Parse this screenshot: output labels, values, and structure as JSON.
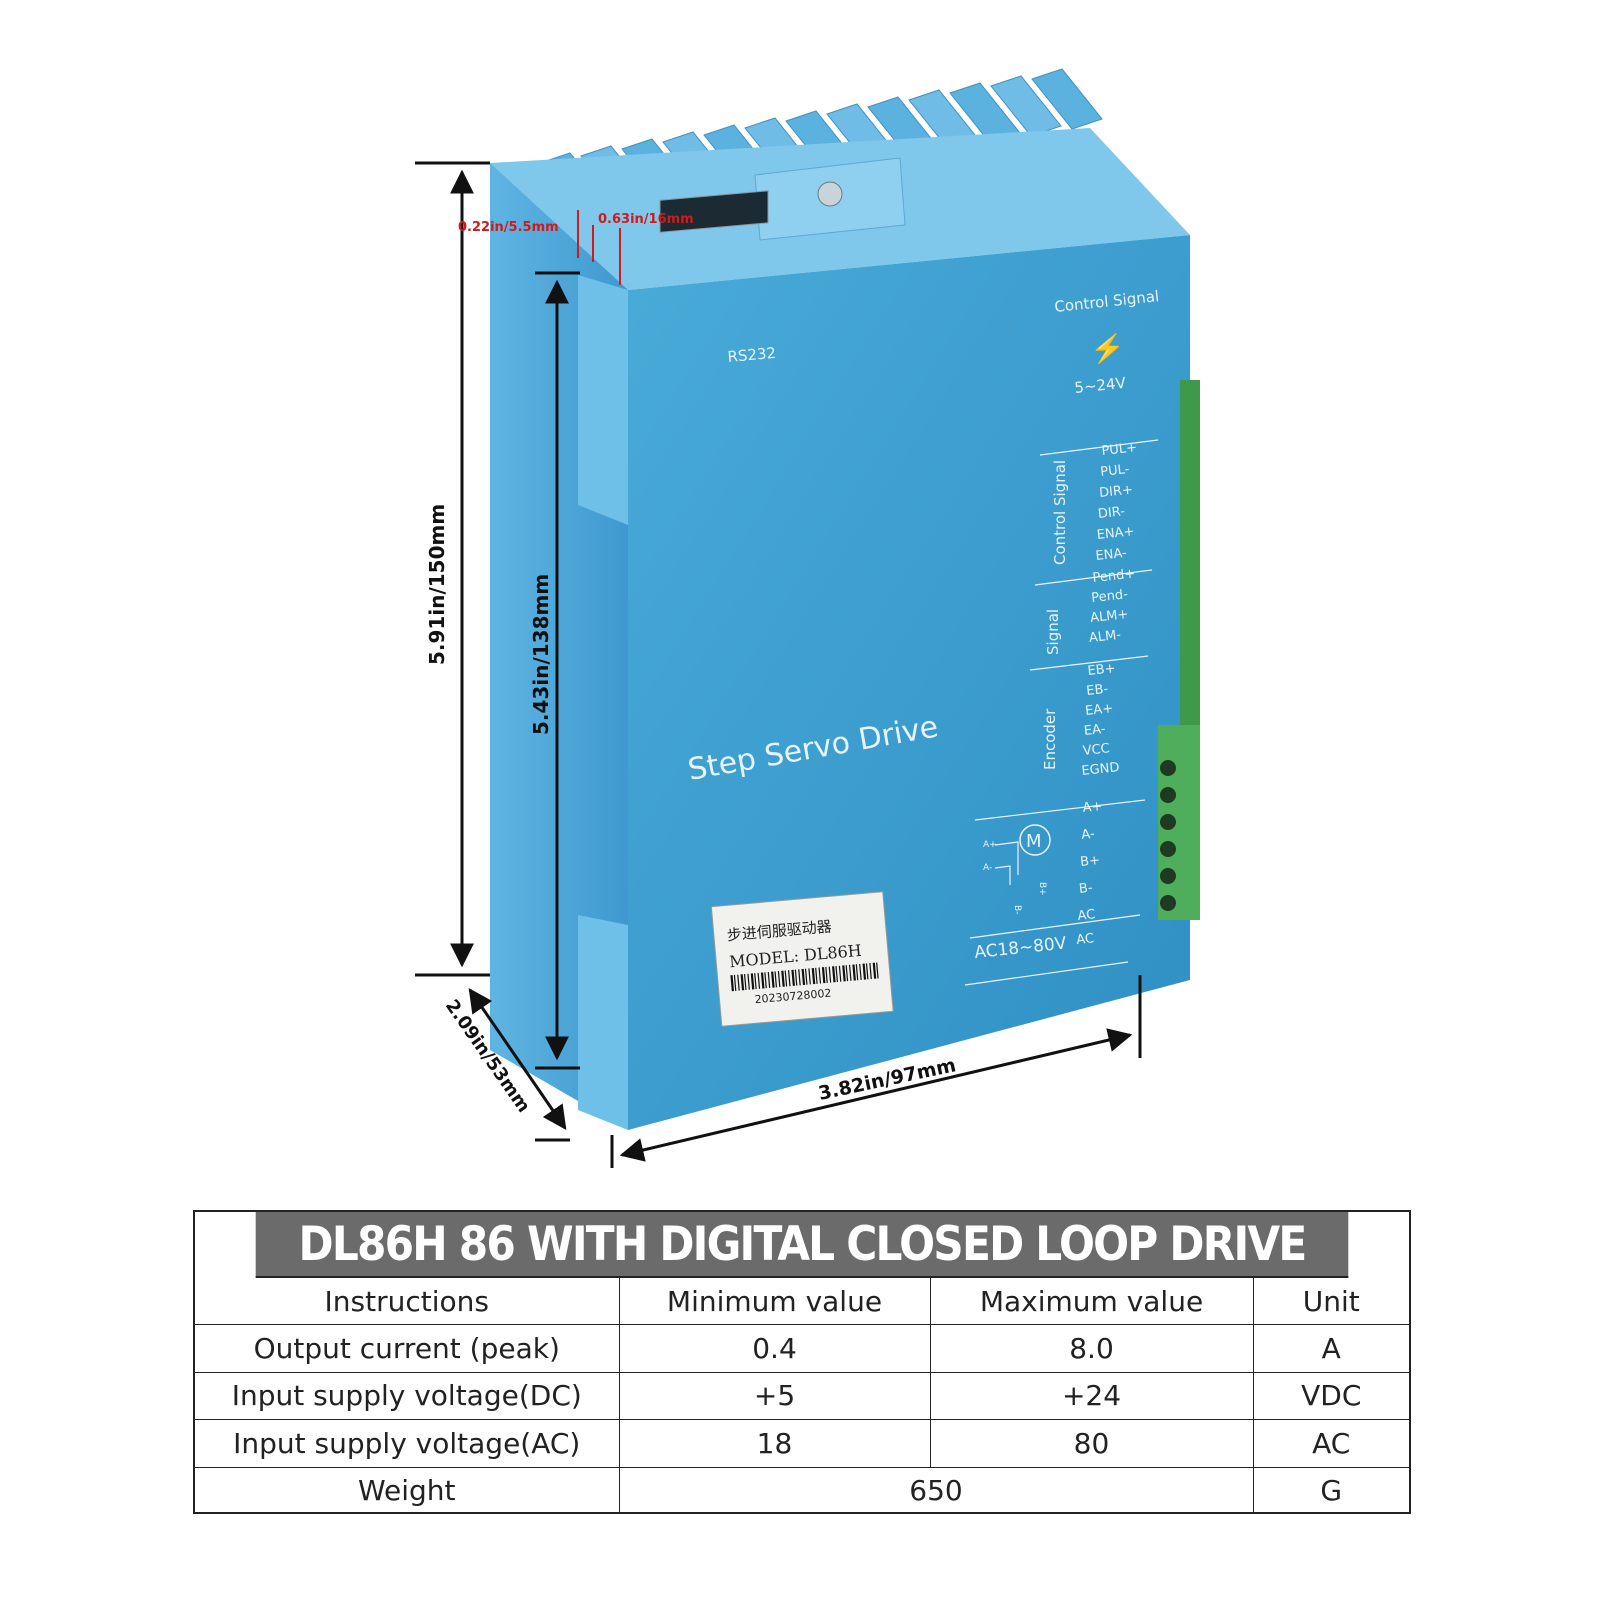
{
  "dimensions": {
    "overall_height": "5.91in/150mm",
    "inner_height": "5.43in/138mm",
    "depth": "2.09in/53mm",
    "width": "3.82in/97mm",
    "flange": "0.22in/5.5mm",
    "slot": "0.63in/16mm"
  },
  "device": {
    "port_label": "RS232",
    "control_header": "Control Signal",
    "voltage_control": "5~24V",
    "name": "Step Servo Drive",
    "group_control": "Control Signal",
    "group_signal": "Signal",
    "group_encoder": "Encoder",
    "terminals_control": [
      "PUL+",
      "PUL-",
      "DIR+",
      "DIR-",
      "ENA+",
      "ENA-"
    ],
    "terminals_signal": [
      "Pend+",
      "Pend-",
      "ALM+",
      "ALM-"
    ],
    "terminals_encoder": [
      "EB+",
      "EB-",
      "EA+",
      "EA-",
      "VCC",
      "EGND"
    ],
    "terminals_motor": [
      "A+",
      "A-",
      "B+",
      "B-"
    ],
    "terminals_power": [
      "AC",
      "AC"
    ],
    "motor_symbol": "M",
    "motor_pins": [
      "A+",
      "A-",
      "B-",
      "B+"
    ],
    "voltage_ac": "AC18~80V",
    "label_cn": "步进伺服驱动器",
    "label_model": "MODEL: DL86H",
    "label_serial": "20230728002"
  },
  "spec_table": {
    "title": "DL86H 86 WITH DIGITAL CLOSED LOOP DRIVE",
    "headers": [
      "Instructions",
      "Minimum value",
      "Maximum value",
      "Unit"
    ],
    "rows": [
      [
        "Output current (peak)",
        "0.4",
        "8.0",
        "A"
      ],
      [
        "Input supply voltage(DC)",
        "+5",
        "+24",
        "VDC"
      ],
      [
        "Input supply voltage(AC)",
        "18",
        "80",
        "AC"
      ]
    ],
    "weight": {
      "label": "Weight",
      "value": "650",
      "unit": "G"
    }
  },
  "colors": {
    "housing": "#4ea3d6",
    "panel": "#3b9ccf",
    "terminal": "#4fae5b",
    "banner": "#6b6b6b",
    "dim_red": "#d11a1a"
  }
}
